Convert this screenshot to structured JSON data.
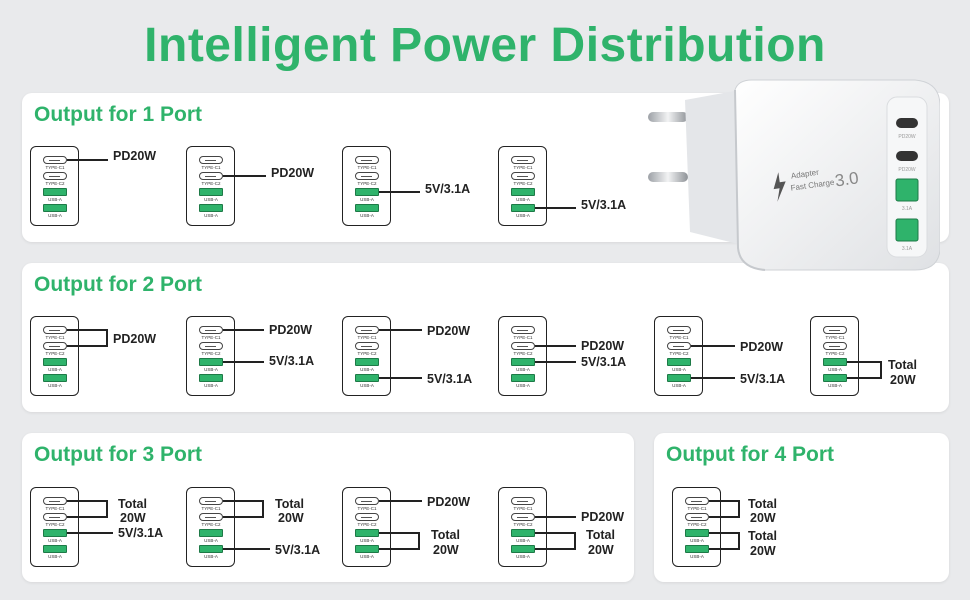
{
  "title": "Intelligent Power Distribution",
  "port_labels": {
    "c1": "TYPE-C1",
    "c2": "TYPE-C2",
    "a": "USB-A"
  },
  "product": {
    "line1": "Adapter",
    "line2": "Fast Charge",
    "version": "3.0",
    "port_c_label": "PD20W",
    "port_a_label": "3.1A"
  },
  "colors": {
    "accent": "#2fb36b",
    "panel": "#ffffff",
    "background": "#e9eaec"
  },
  "panels": {
    "p1": {
      "title": "Output for 1 Port",
      "d1": "PD20W",
      "d2": "PD20W",
      "d3": "5V/3.1A",
      "d4": "5V/3.1A"
    },
    "p2": {
      "title": "Output for 2 Port",
      "d1": "PD20W",
      "d2a": "PD20W",
      "d2b": "5V/3.1A",
      "d3a": "PD20W",
      "d3b": "5V/3.1A",
      "d4a": "PD20W",
      "d4b": "5V/3.1A",
      "d5a": "PD20W",
      "d5b": "5V/3.1A",
      "d6a": "Total",
      "d6b": "20W"
    },
    "p3": {
      "title": "Output for 3 Port",
      "d1a": "Total",
      "d1b": "20W",
      "d1c": "5V/3.1A",
      "d2a": "Total",
      "d2b": "20W",
      "d2c": "5V/3.1A",
      "d3a": "PD20W",
      "d3b": "Total",
      "d3c": "20W",
      "d4a": "PD20W",
      "d4b": "Total",
      "d4c": "20W"
    },
    "p4": {
      "title": "Output for 4 Port",
      "d1a": "Total",
      "d1b": "20W",
      "d1c": "Total",
      "d1d": "20W"
    }
  }
}
